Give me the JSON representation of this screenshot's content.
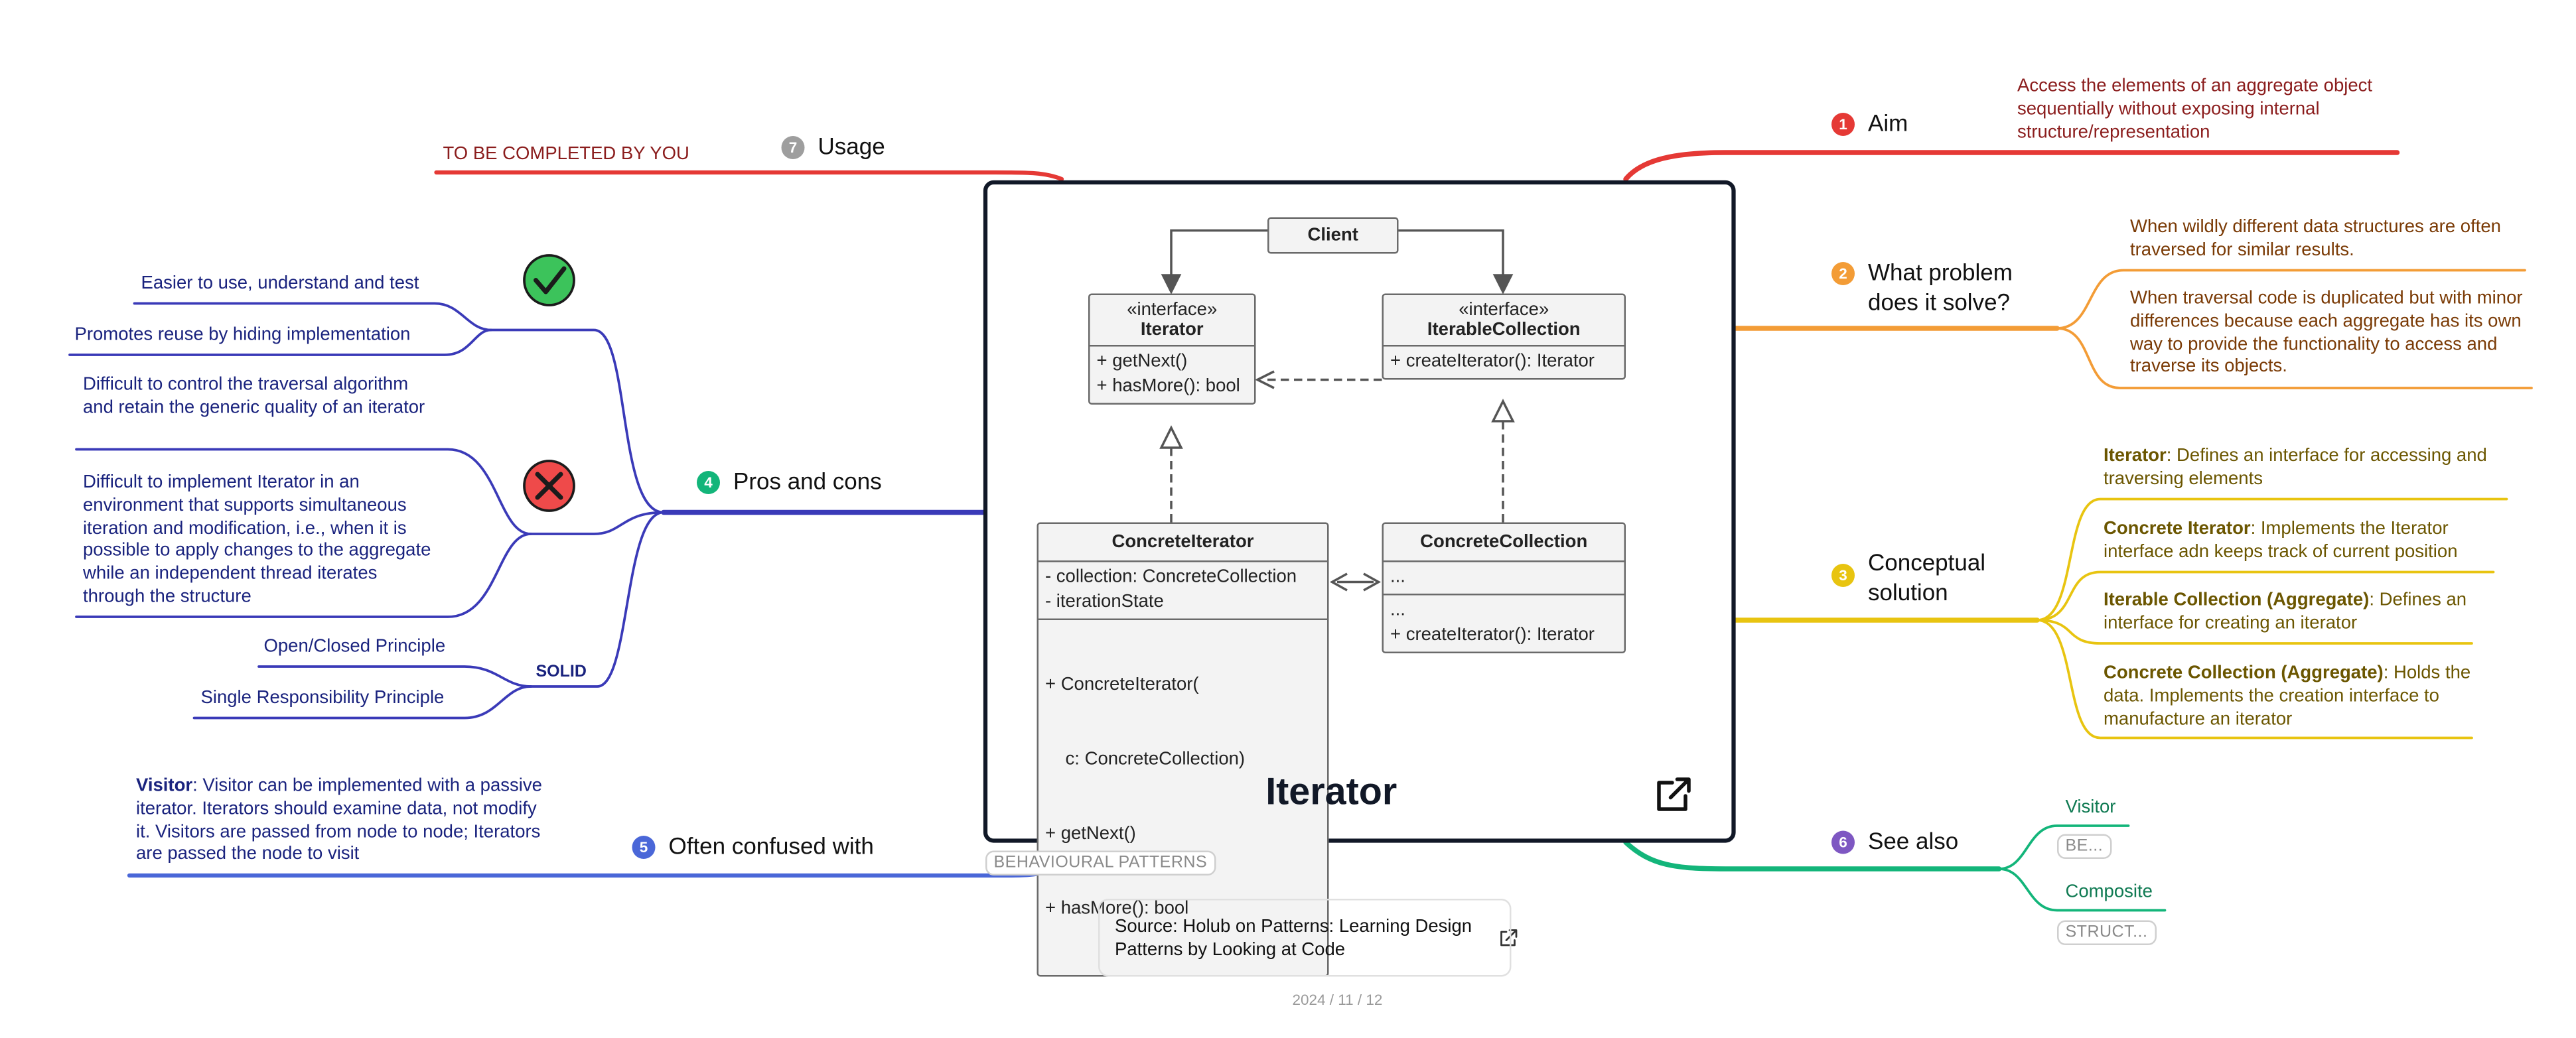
{
  "title": "Iterator",
  "branches": {
    "aim": {
      "number": "1",
      "label": "Aim",
      "color": "#e53935",
      "text": "Access the elements of an aggregate object sequentially without exposing internal structure/representation"
    },
    "problem": {
      "number": "2",
      "label_line1": "What problem",
      "label_line2": "does it solve?",
      "color": "#f39c36",
      "items": [
        "When wildly different data structures are often traversed for similar results.",
        "When traversal code is duplicated but with minor differences because each aggregate has its own way to provide the functionality to access and traverse its objects."
      ]
    },
    "solution": {
      "number": "3",
      "label_line1": "Conceptual",
      "label_line2": "solution",
      "color": "#e8c410",
      "items": [
        {
          "term": "Iterator",
          "text": ": Defines an interface for accessing and traversing elements"
        },
        {
          "term": "Concrete Iterator",
          "text": ": Implements the Iterator interface adn keeps track of current position"
        },
        {
          "term": "Iterable Collection (Aggregate)",
          "text": ": Defines an interface for creating an iterator"
        },
        {
          "term": "Concrete Collection (Aggregate)",
          "text": ": Holds the data. Implements the creation interface to manufacture an iterator"
        }
      ]
    },
    "pros": {
      "number": "4",
      "label": "Pros and cons",
      "color": "#3a3ab8",
      "pros": [
        "Easier to use, understand and test",
        "Promotes reuse by hiding implementation"
      ],
      "cons": [
        "Difficult to control the traversal algorithm and retain the generic quality of an iterator",
        "Difficult to implement Iterator in an environment that supports simultaneous iteration and modification, i.e., when it is possible to apply changes to the aggregate while an independent thread iterates through the structure"
      ],
      "solid_label": "SOLID",
      "solid": [
        "Open/Closed Principle",
        "Single Responsibility Principle"
      ]
    },
    "confused": {
      "number": "5",
      "label": "Often confused with",
      "color": "#4a67d8",
      "term": "Visitor",
      "text": ": Visitor can be implemented with a passive iterator. Iterators should examine data, not modify it. Visitors are passed from node to node; Iterators are passed the node to visit"
    },
    "see_also": {
      "number": "6",
      "label": "See also",
      "color": "#13b57a",
      "items": [
        {
          "name": "Visitor",
          "tag": "BE..."
        },
        {
          "name": "Composite",
          "tag": "STRUCT..."
        }
      ]
    },
    "usage": {
      "number": "7",
      "label": "Usage",
      "color": "#e53935",
      "text": "TO BE COMPLETED BY YOU"
    }
  },
  "central_tag": "BEHAVIOURAL PATTERNS",
  "source": "Source: Holub on Patterns: Learning Design Patterns by Looking at Code",
  "date": "2024 / 11 / 12",
  "uml": {
    "client": "Client",
    "iterator": {
      "stereotype": "«interface»",
      "name": "Iterator",
      "methods": [
        "+ getNext()",
        "+ hasMore(): bool"
      ]
    },
    "iterable": {
      "stereotype": "«interface»",
      "name": "IterableCollection",
      "methods": [
        "+ createIterator(): Iterator"
      ]
    },
    "concrete_iterator": {
      "name": "ConcreteIterator",
      "fields": [
        "- collection: ConcreteCollection",
        "- iterationState"
      ],
      "methods": [
        "+ ConcreteIterator(",
        "    c: ConcreteCollection)",
        "+ getNext()",
        "+ hasMore(): bool"
      ]
    },
    "concrete_collection": {
      "name": "ConcreteCollection",
      "fields": [
        "..."
      ],
      "methods": [
        "...",
        "+ createIterator(): Iterator"
      ]
    }
  }
}
